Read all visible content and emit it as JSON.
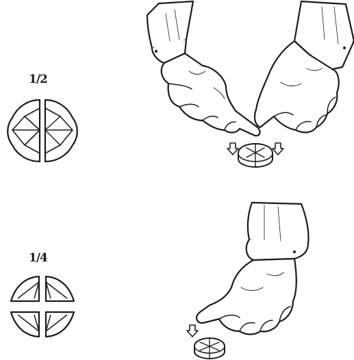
{
  "labels": {
    "half": "1/2",
    "quarter": "1/4"
  },
  "icons": [
    "tablet-halves-icon",
    "tablet-quarters-icon",
    "two-hands-splitting-tablet-illustration",
    "one-hand-pressing-tablet-illustration",
    "down-arrow-icon"
  ],
  "colors": {
    "line": "#1a1a1a",
    "fill": "#ffffff"
  }
}
